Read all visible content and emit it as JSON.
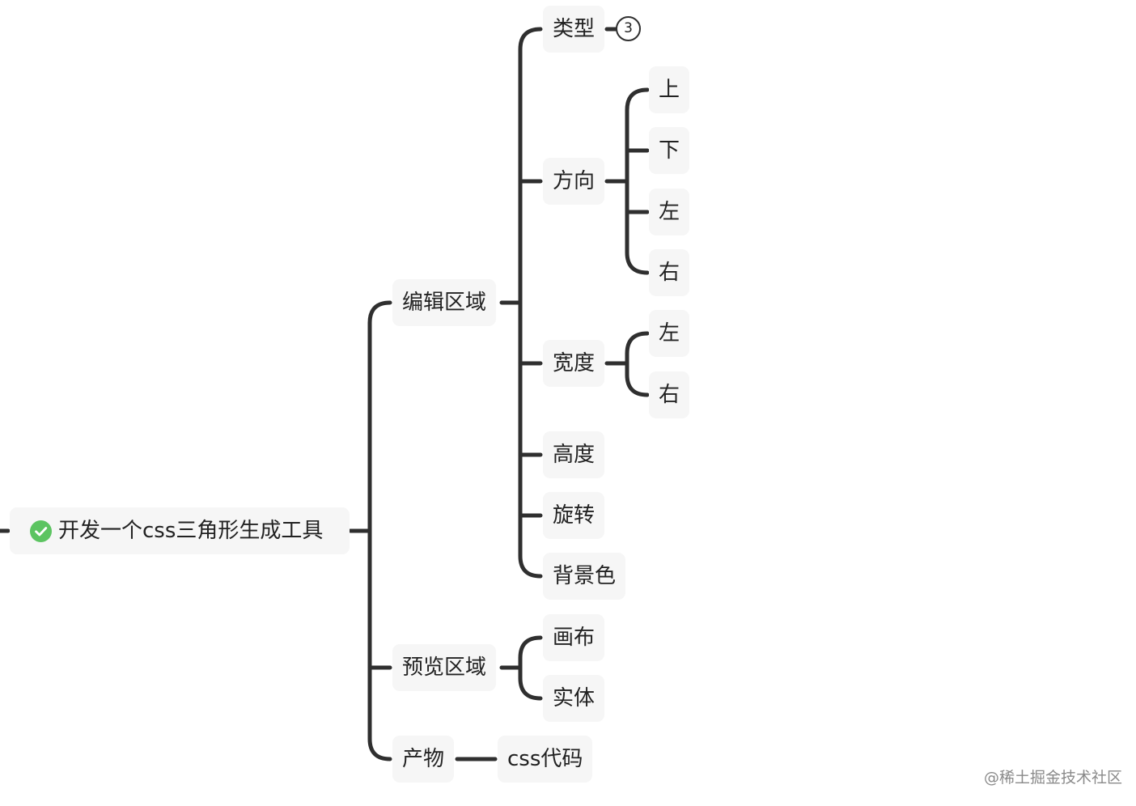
{
  "mindmap": {
    "root": {
      "label": "开发一个css三角形生成工具",
      "status_icon": "check-circle-icon",
      "status_color": "#5cc461"
    },
    "edit_area": {
      "label": "编辑区域",
      "type": {
        "label": "类型",
        "collapsed_count": "3"
      },
      "direction": {
        "label": "方向",
        "children": [
          "上",
          "下",
          "左",
          "右"
        ]
      },
      "width": {
        "label": "宽度",
        "children": [
          "左",
          "右"
        ]
      },
      "height": {
        "label": "高度"
      },
      "rotation": {
        "label": "旋转"
      },
      "background": {
        "label": "背景色"
      }
    },
    "preview_area": {
      "label": "预览区域",
      "children": [
        "画布",
        "实体"
      ]
    },
    "output": {
      "label": "产物",
      "children": [
        "css代码"
      ]
    }
  },
  "watermark": "@稀土掘金技术社区",
  "colors": {
    "connector": "#2f2f2f",
    "node_bg": "#f6f6f6",
    "text": "#222222"
  }
}
